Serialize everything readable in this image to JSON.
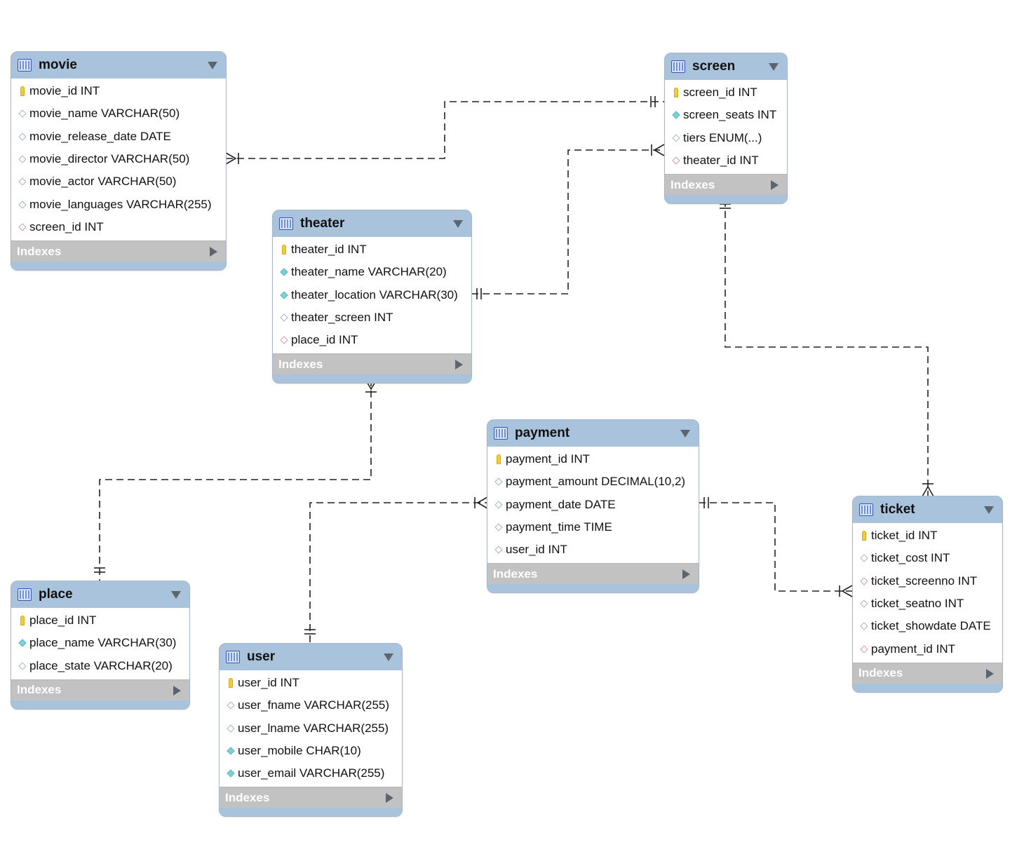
{
  "entities": {
    "movie": {
      "title": "movie",
      "columns": [
        {
          "text": "movie_id INT",
          "icon": "key-icon"
        },
        {
          "text": "movie_name VARCHAR(50)",
          "icon": "column-diamond-icon"
        },
        {
          "text": "movie_release_date DATE",
          "icon": "column-diamond-icon"
        },
        {
          "text": "movie_director VARCHAR(50)",
          "icon": "column-diamond-icon"
        },
        {
          "text": "movie_actor VARCHAR(50)",
          "icon": "column-diamond-icon"
        },
        {
          "text": "movie_languages VARCHAR(255)",
          "icon": "column-diamond-icon"
        },
        {
          "text": "screen_id INT",
          "icon": "foreign-key-diamond-icon"
        }
      ],
      "indexes": "Indexes"
    },
    "screen": {
      "title": "screen",
      "columns": [
        {
          "text": "screen_id INT",
          "icon": "key-icon"
        },
        {
          "text": "screen_seats INT",
          "icon": "filled-diamond-icon"
        },
        {
          "text": "tiers ENUM(...)",
          "icon": "column-diamond-icon"
        },
        {
          "text": "theater_id INT",
          "icon": "foreign-key-diamond-icon"
        }
      ],
      "indexes": "Indexes"
    },
    "theater": {
      "title": "theater",
      "columns": [
        {
          "text": "theater_id INT",
          "icon": "key-icon"
        },
        {
          "text": "theater_name VARCHAR(20)",
          "icon": "filled-diamond-icon"
        },
        {
          "text": "theater_location VARCHAR(30)",
          "icon": "filled-diamond-icon"
        },
        {
          "text": "theater_screen INT",
          "icon": "column-diamond-icon"
        },
        {
          "text": "place_id INT",
          "icon": "foreign-key-diamond-icon"
        }
      ],
      "indexes": "Indexes"
    },
    "payment": {
      "title": "payment",
      "columns": [
        {
          "text": "payment_id INT",
          "icon": "key-icon"
        },
        {
          "text": "payment_amount DECIMAL(10,2)",
          "icon": "column-diamond-icon"
        },
        {
          "text": "payment_date DATE",
          "icon": "column-diamond-icon"
        },
        {
          "text": "payment_time TIME",
          "icon": "column-diamond-icon"
        },
        {
          "text": "user_id INT",
          "icon": "foreign-key-diamond-icon"
        }
      ],
      "indexes": "Indexes"
    },
    "ticket": {
      "title": "ticket",
      "columns": [
        {
          "text": "ticket_id INT",
          "icon": "key-icon"
        },
        {
          "text": "ticket_cost INT",
          "icon": "column-diamond-icon"
        },
        {
          "text": "ticket_screenno INT",
          "icon": "foreign-key-diamond-icon"
        },
        {
          "text": "ticket_seatno INT",
          "icon": "column-diamond-icon"
        },
        {
          "text": "ticket_showdate DATE",
          "icon": "column-diamond-icon"
        },
        {
          "text": "payment_id INT",
          "icon": "foreign-key-diamond-icon"
        }
      ],
      "indexes": "Indexes"
    },
    "place": {
      "title": "place",
      "columns": [
        {
          "text": "place_id INT",
          "icon": "key-icon"
        },
        {
          "text": "place_name VARCHAR(30)",
          "icon": "filled-diamond-icon"
        },
        {
          "text": "place_state VARCHAR(20)",
          "icon": "column-diamond-icon"
        }
      ],
      "indexes": "Indexes"
    },
    "user": {
      "title": "user",
      "columns": [
        {
          "text": "user_id INT",
          "icon": "key-icon"
        },
        {
          "text": "user_fname VARCHAR(255)",
          "icon": "column-diamond-icon"
        },
        {
          "text": "user_lname VARCHAR(255)",
          "icon": "column-diamond-icon"
        },
        {
          "text": "user_mobile CHAR(10)",
          "icon": "filled-diamond-icon"
        },
        {
          "text": "user_email VARCHAR(255)",
          "icon": "filled-diamond-icon"
        }
      ],
      "indexes": "Indexes"
    }
  },
  "relationships": [
    {
      "name": "movie-screen",
      "from": "movie",
      "to": "screen",
      "from_end": "one-or-many",
      "to_end": "exactly-one"
    },
    {
      "name": "theater-screen",
      "from": "theater",
      "to": "screen",
      "from_end": "exactly-one",
      "to_end": "one-or-many"
    },
    {
      "name": "screen-ticket",
      "from": "screen",
      "to": "ticket",
      "from_end": "exactly-one",
      "to_end": "one-or-many"
    },
    {
      "name": "theater-place",
      "from": "theater",
      "to": "place",
      "from_end": "one-or-many",
      "to_end": "exactly-one"
    },
    {
      "name": "user-payment",
      "from": "user",
      "to": "payment",
      "from_end": "exactly-one",
      "to_end": "one-or-many"
    },
    {
      "name": "payment-ticket",
      "from": "payment",
      "to": "ticket",
      "from_end": "exactly-one",
      "to_end": "one-or-many"
    }
  ],
  "colors": {
    "header": "#a9c3dd",
    "indexes_bar": "#c2c2c2",
    "connector": "#222222",
    "primary_key": "#f2cc3a"
  }
}
